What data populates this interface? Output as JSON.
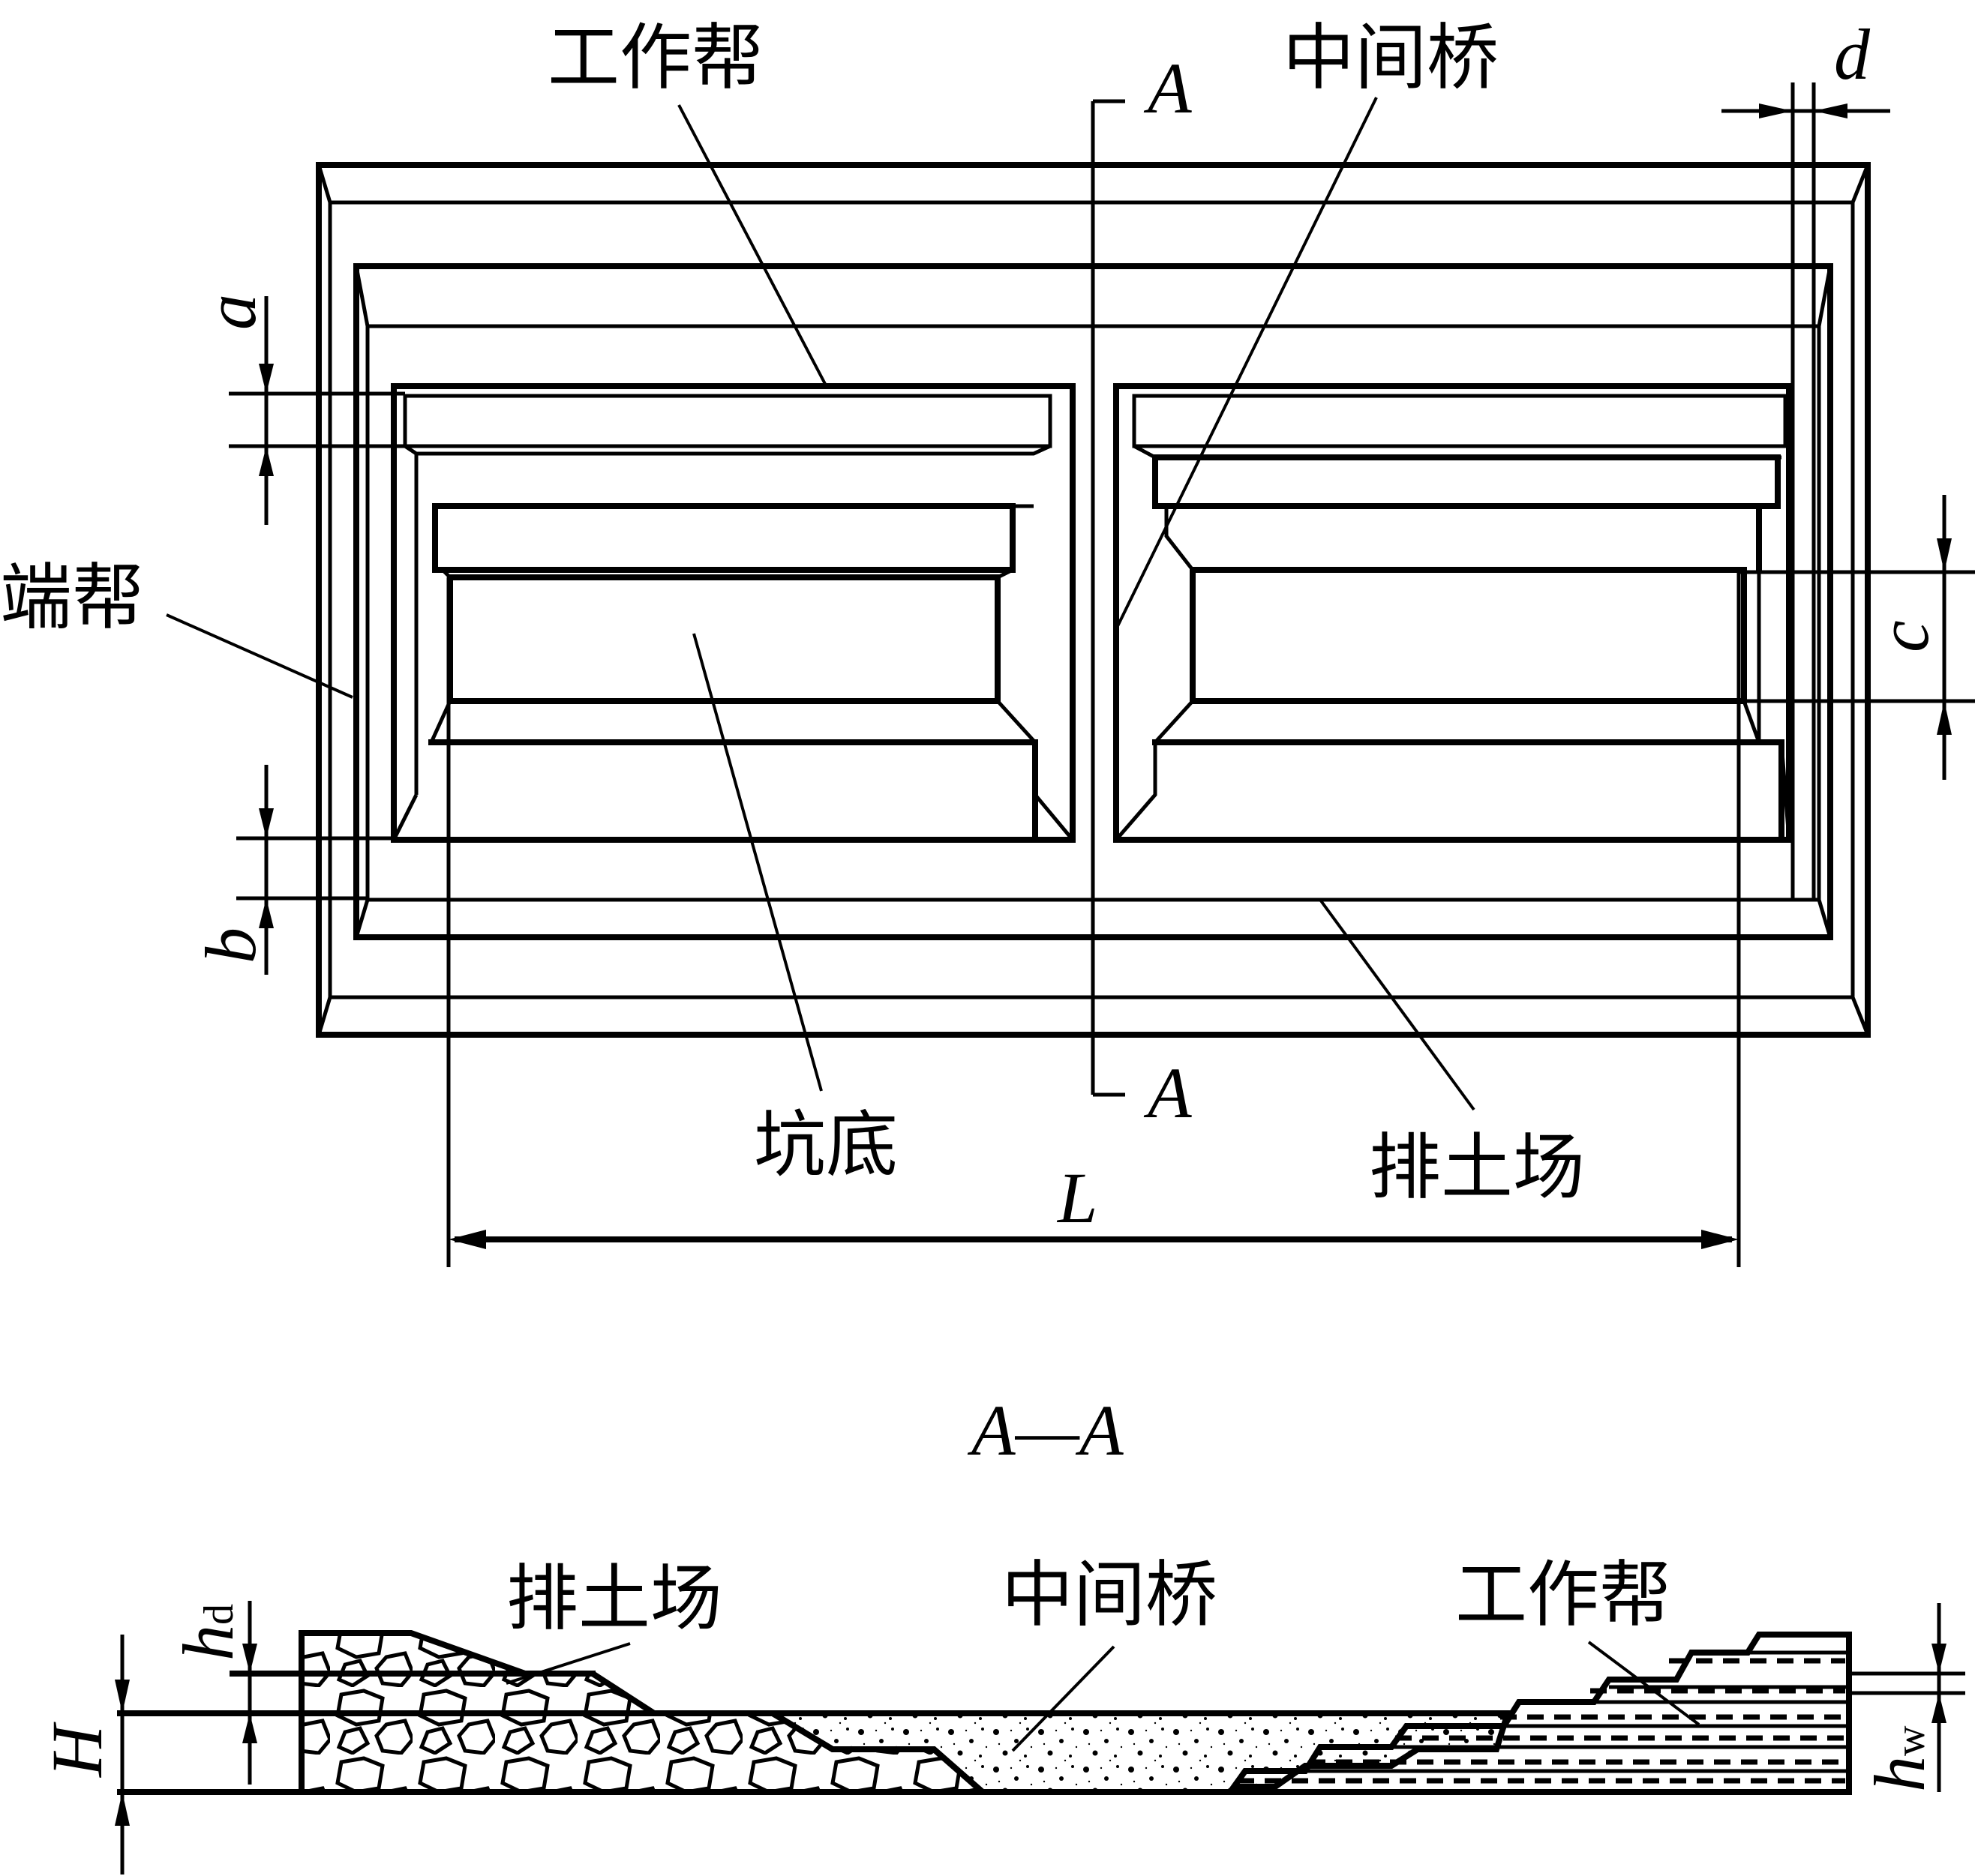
{
  "figure": {
    "plan_view": {
      "labels": {
        "working_slope": "工作帮",
        "middle_bridge": "中间桥",
        "end_slope": "端帮",
        "pit_bottom": "坑底",
        "dump_site": "排土场"
      },
      "section_marks": {
        "top": "A",
        "bottom": "A"
      },
      "dimensions": {
        "a": "a",
        "b": "b",
        "c": "c",
        "d": "d",
        "L": "L"
      }
    },
    "section_view": {
      "title": "A—A",
      "labels": {
        "dump_site": "排土场",
        "middle_bridge": "中间桥",
        "working_slope": "工作帮"
      },
      "dimensions": {
        "H": "H",
        "hd_main": "h",
        "hd_sub": "d",
        "hw_main": "h",
        "hw_sub": "w"
      }
    }
  }
}
